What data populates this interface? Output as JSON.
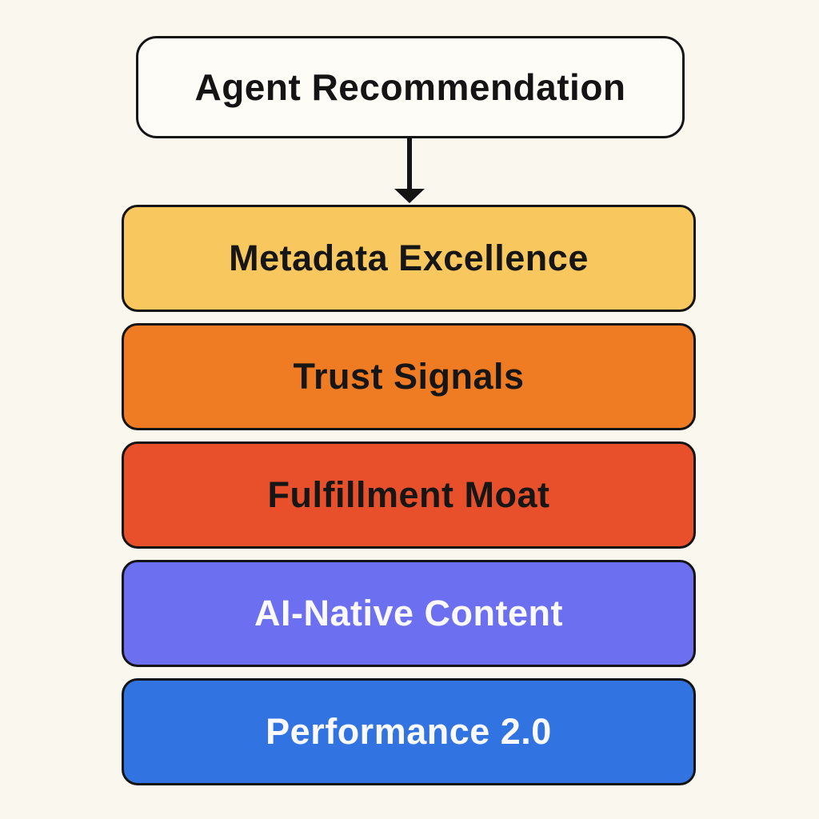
{
  "diagram": {
    "title": "Agent Recommendation funnel diagram",
    "background_color": "#FAF7EF",
    "root_node": {
      "label": "Agent Recommendation",
      "fill": "#FDFCF6",
      "text_color": "#141414",
      "border_color": "#141414"
    },
    "arrow": {
      "name": "down-arrow",
      "direction": "down",
      "color": "#141414"
    },
    "layers": [
      {
        "label": "Metadata Excellence",
        "fill": "#F8C85E",
        "text_color": "#161616"
      },
      {
        "label": "Trust Signals",
        "fill": "#EF7B22",
        "text_color": "#161616"
      },
      {
        "label": "Fulfillment Moat",
        "fill": "#E8502C",
        "text_color": "#161616"
      },
      {
        "label": "AI-Native Content",
        "fill": "#6B6FF0",
        "text_color": "#FAF9FF"
      },
      {
        "label": "Performance 2.0",
        "fill": "#3173E0",
        "text_color": "#FAF9FF"
      }
    ]
  }
}
